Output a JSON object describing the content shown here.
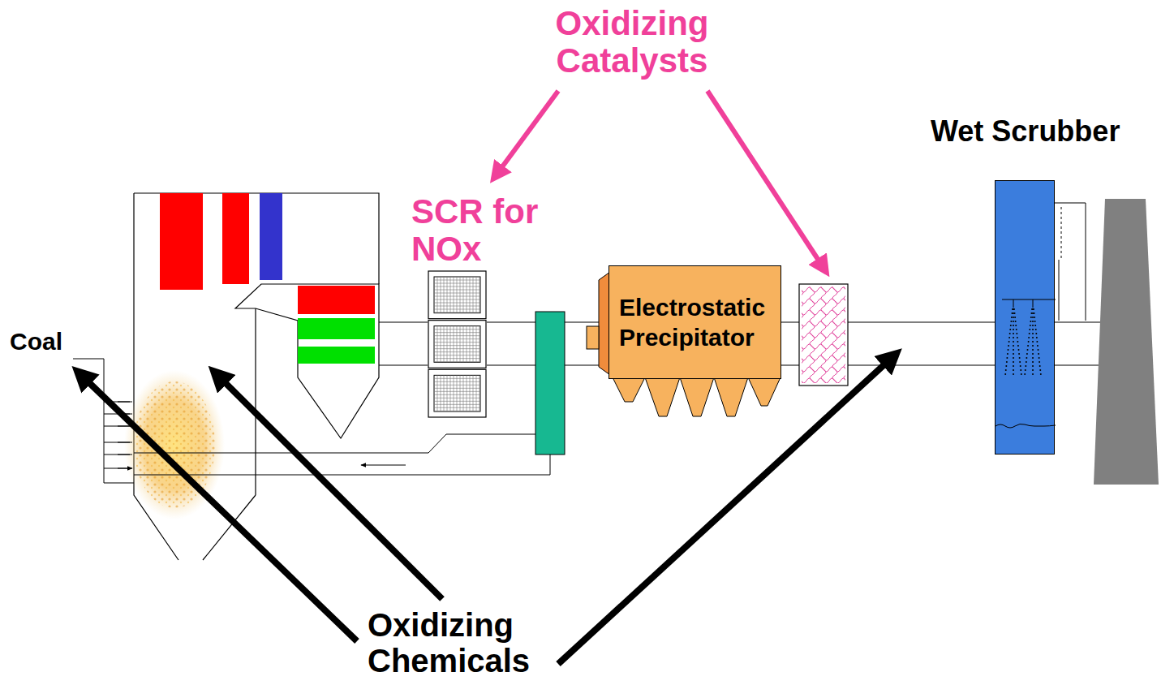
{
  "diagram": {
    "nodes": [
      {
        "text": [
          "SCR for NOx"
        ]
      },
      {
        "text": [
          "Electrostatic Precipitator"
        ]
      },
      {
        "text": [
          "Wet Scrubber"
        ]
      }
    ],
    "edges": [
      {
        "from": 0,
        "to": 1,
        "arrow": "none"
      },
      {
        "from": 1,
        "to": 2,
        "arrow": "none"
      }
    ],
    "labels": [
      "Oxidizing Catalysts",
      "Coal",
      "Oxidizing Chemicals"
    ]
  }
}
